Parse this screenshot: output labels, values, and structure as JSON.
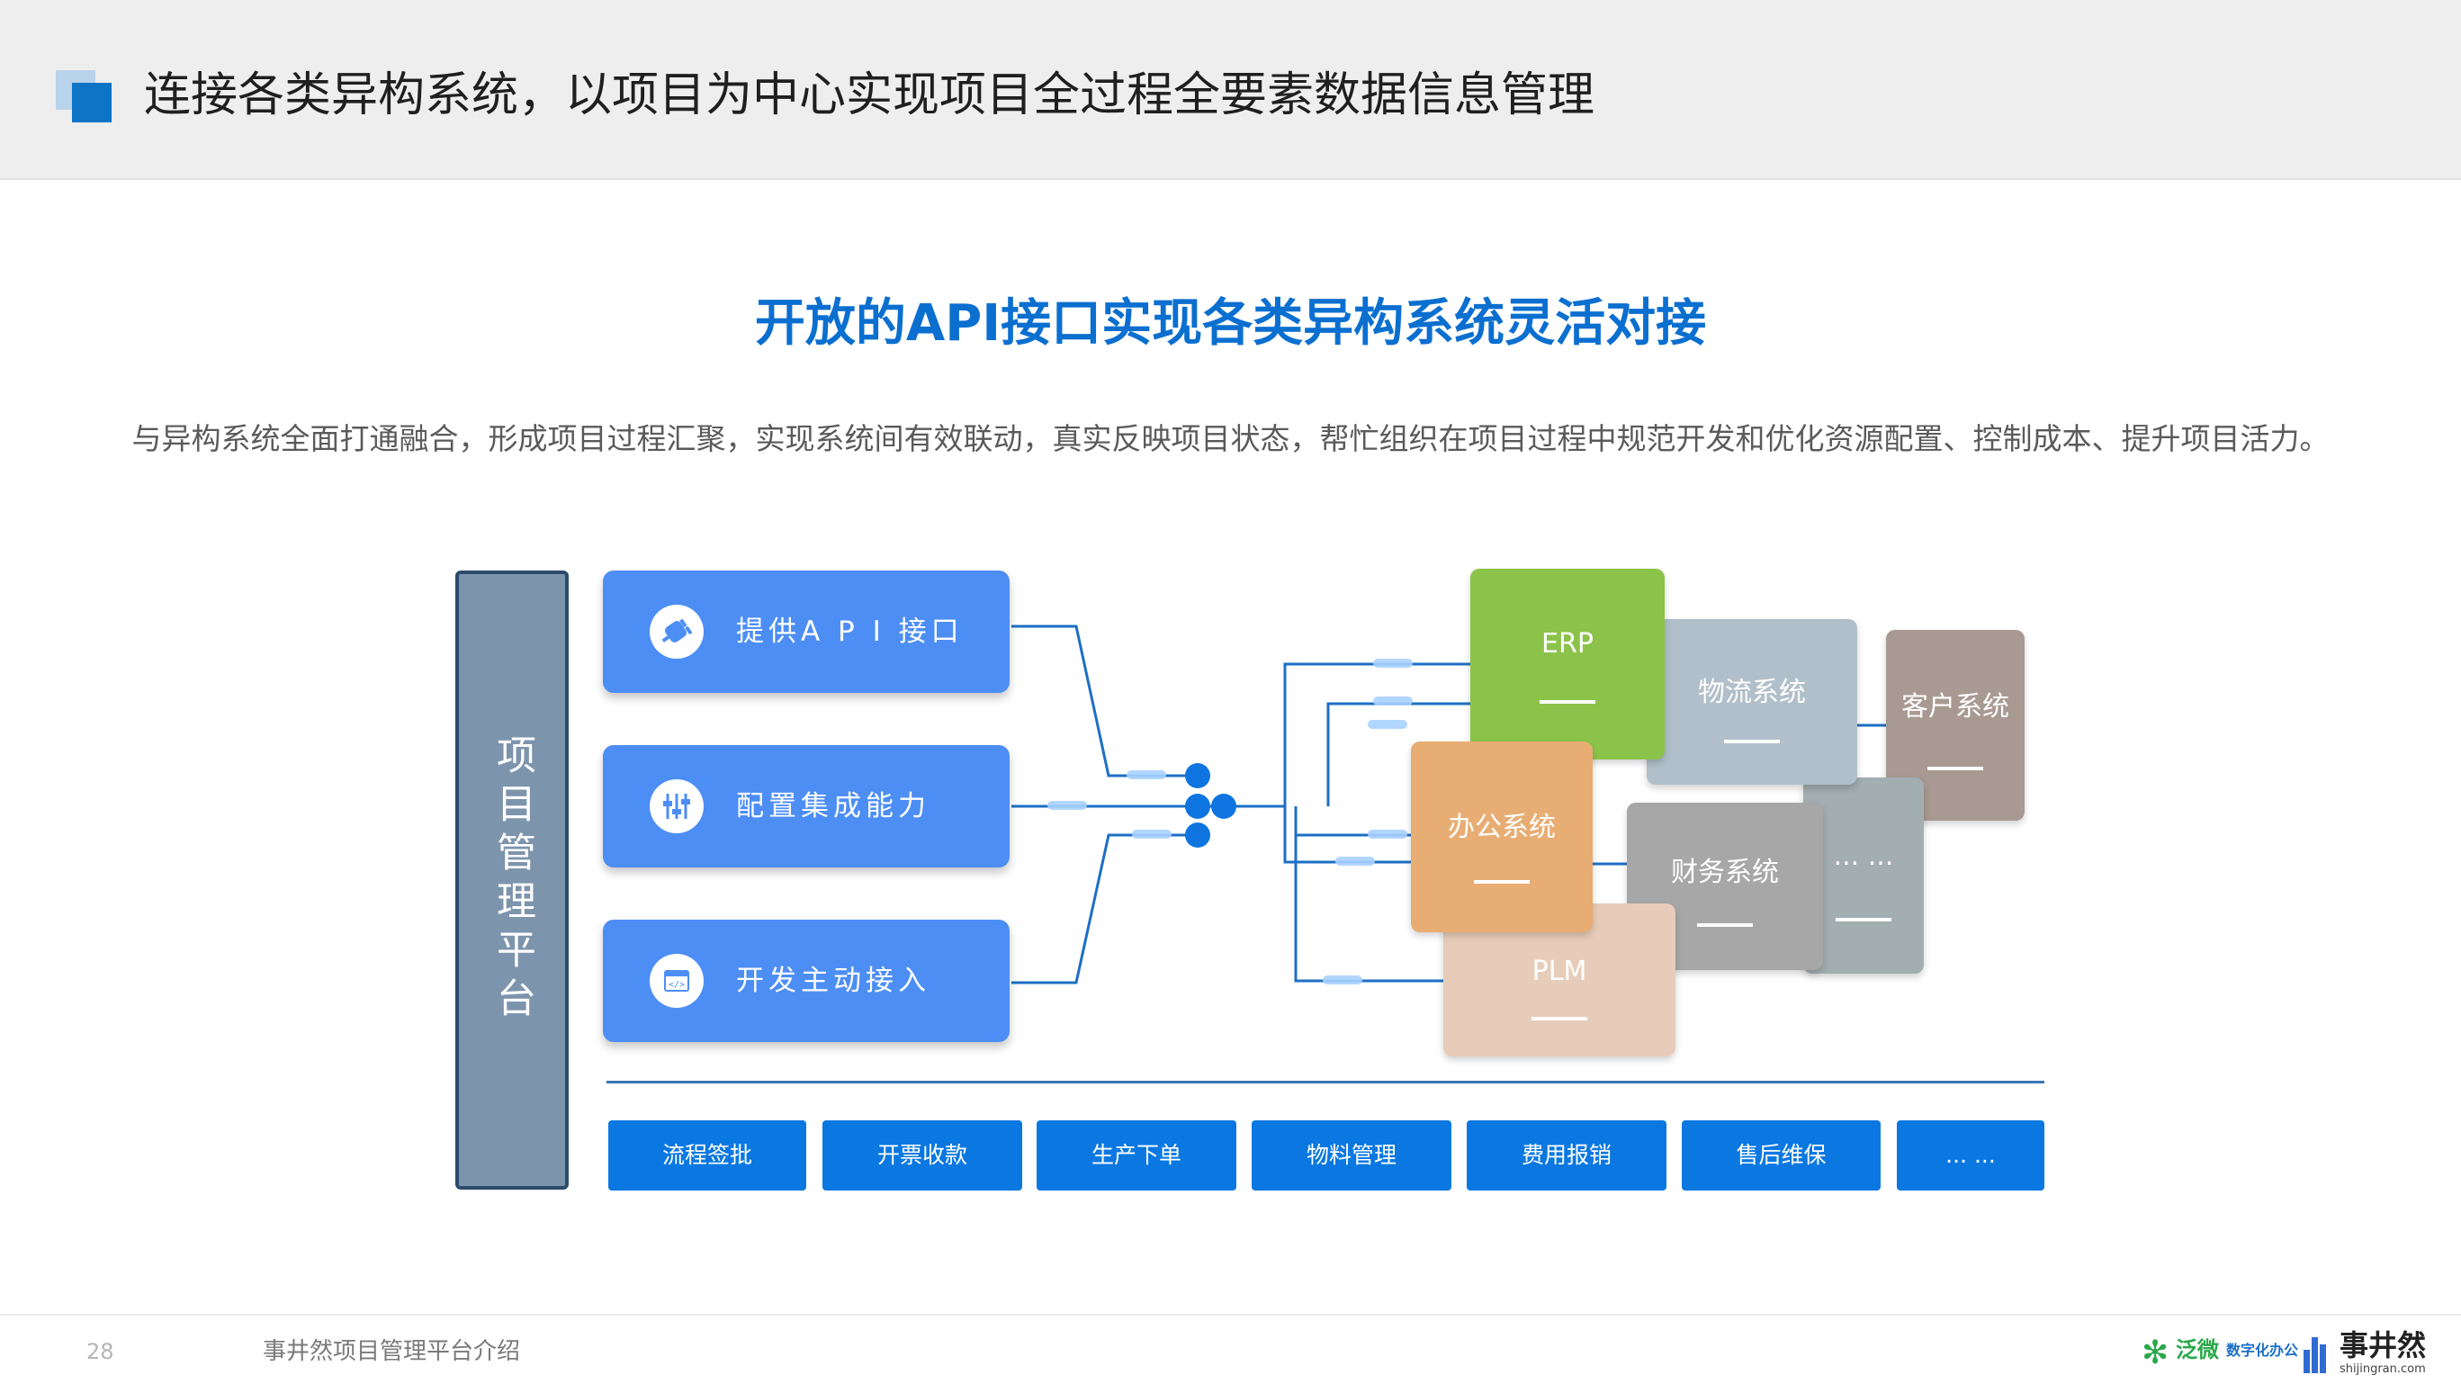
{
  "header": {
    "title": "连接各类异构系统，以项目为中心实现项目全过程全要素数据信息管理"
  },
  "headline": "开放的API接口实现各类异构系统灵活对接",
  "intro": "与异构系统全面打通融合，形成项目过程汇聚，实现系统间有效联动，真实反映项目状态，帮忙组织在项目过程中规范开发和优化资源配置、控制成本、提升项目活力。",
  "diagram": {
    "platform_label": "项目管理平台",
    "features": [
      {
        "label": "提供A P I 接口",
        "icon": "plug-icon"
      },
      {
        "label": "配置集成能力",
        "icon": "sliders-icon"
      },
      {
        "label": "开发主动接入",
        "icon": "code-window-icon"
      }
    ],
    "systems": [
      {
        "label": "ERP",
        "color": "#8bc34a"
      },
      {
        "label": "物流系统",
        "color": "#b0bfc9"
      },
      {
        "label": "客户系统",
        "color": "#a89a92"
      },
      {
        "label": "办公系统",
        "color": "#e8ad73"
      },
      {
        "label": "财务系统",
        "color": "#a7a7a7"
      },
      {
        "label": "... ...",
        "color": "#a2aeb0"
      },
      {
        "label": "PLM",
        "color": "#e7cdb9"
      }
    ],
    "processes": [
      "流程签批",
      "开票收款",
      "生产下单",
      "物料管理",
      "费用报销",
      "售后维保",
      "... ..."
    ]
  },
  "footer": {
    "page_number": "28",
    "text": "事井然项目管理平台介绍",
    "logo_weaver": "泛微",
    "logo_weaver_sub": "数字化办公",
    "logo_sjr": "事井然",
    "logo_sjr_url": "shijingran.com"
  },
  "colors": {
    "accent_blue": "#0b6fd0",
    "feature_card": "#4d8ef5",
    "process_button": "#0b78e1",
    "platform_fill": "#7d94ad",
    "connector_line": "#1d6fc4"
  }
}
